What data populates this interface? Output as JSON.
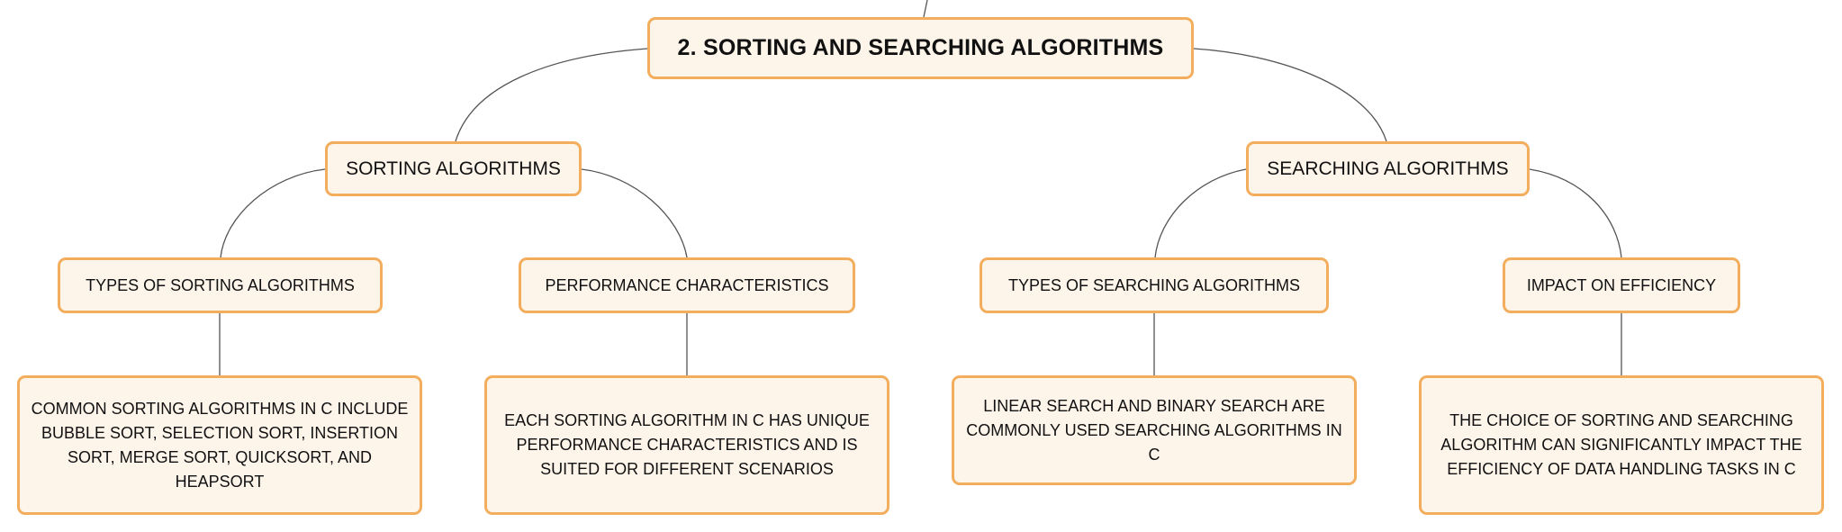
{
  "diagram": {
    "root": {
      "label": "2. SORTING AND SEARCHING ALGORITHMS"
    },
    "branches": [
      {
        "label": "SORTING ALGORITHMS",
        "children": [
          {
            "label": "TYPES OF SORTING ALGORITHMS",
            "detail": "COMMON SORTING ALGORITHMS IN C INCLUDE BUBBLE SORT, SELECTION SORT, INSERTION SORT, MERGE SORT, QUICKSORT, AND HEAPSORT"
          },
          {
            "label": "PERFORMANCE CHARACTERISTICS",
            "detail": "EACH SORTING ALGORITHM IN C HAS UNIQUE PERFORMANCE CHARACTERISTICS AND IS SUITED FOR DIFFERENT SCENARIOS"
          }
        ]
      },
      {
        "label": "SEARCHING ALGORITHMS",
        "children": [
          {
            "label": "TYPES OF SEARCHING ALGORITHMS",
            "detail": "LINEAR SEARCH AND BINARY SEARCH ARE COMMONLY USED SEARCHING ALGORITHMS IN C"
          },
          {
            "label": "IMPACT ON EFFICIENCY",
            "detail": "THE CHOICE OF SORTING AND SEARCHING ALGORITHM CAN SIGNIFICANTLY IMPACT THE EFFICIENCY OF DATA HANDLING TASKS IN C"
          }
        ]
      }
    ]
  },
  "colors": {
    "node_fill": "#fdf4ea",
    "node_border": "#f2ae5c",
    "connector": "#555555",
    "text": "#111111"
  }
}
